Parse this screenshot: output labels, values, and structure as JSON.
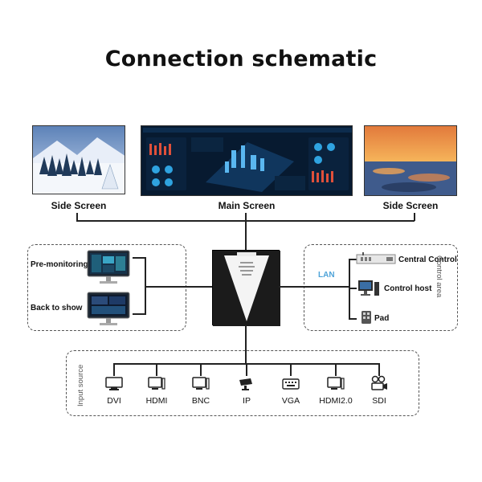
{
  "title": "Connection schematic",
  "screens": {
    "left_label": "Side Screen",
    "main_label": "Main Screen",
    "right_label": "Side Screen"
  },
  "left_box": {
    "items": [
      "Pre-monitoring",
      "Back to show"
    ]
  },
  "control_area": {
    "label": "Control area",
    "lan": "LAN",
    "items": [
      "Central Control",
      "Control host",
      "Pad"
    ]
  },
  "input_source": {
    "label": "Input source",
    "items": [
      "DVI",
      "HDMI",
      "BNC",
      "IP",
      "VGA",
      "HDMI2.0",
      "SDI"
    ]
  }
}
